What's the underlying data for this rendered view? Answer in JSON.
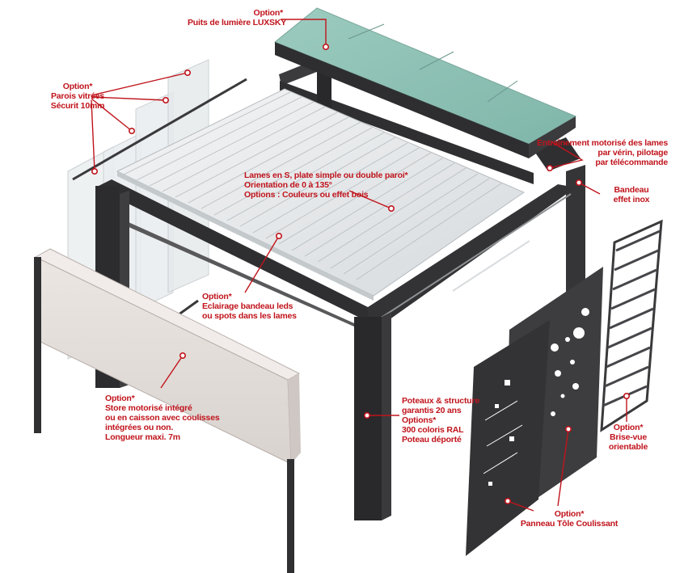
{
  "labels": {
    "luxsky": [
      "Option*",
      "Puits de lumière LUXSKY"
    ],
    "parois": [
      "Option*",
      "Parois vitrées",
      "Sécurit 10mm"
    ],
    "lames": [
      "Lames en S, plate simple ou double paroi*",
      "Orientation de 0 à 135°",
      "Options : Couleurs ou effet bois"
    ],
    "entrainement": [
      "Entraînement motorisé des lames",
      "par vérin, pilotage",
      "par télécommande"
    ],
    "bandeau": [
      "Bandeau",
      "effet inox"
    ],
    "eclairage": [
      "Option*",
      "Eclairage bandeau leds",
      "ou spots dans les lames"
    ],
    "store": [
      "Option*",
      "Store motorisé intégré",
      "ou en caisson avec coulisses",
      "intégrées ou non.",
      "Longueur maxi. 7m"
    ],
    "poteaux": [
      "Poteaux & structure",
      "garantis 20 ans",
      "Options*",
      "300 coloris RAL",
      "Poteau déporté"
    ],
    "brise": [
      "Option*",
      "Brise-vue",
      "orientable"
    ],
    "panneau": [
      "Option*",
      "Panneau Tôle Coulissant"
    ]
  },
  "colors": {
    "accent": "#c0141c",
    "frame": "#2e2e30",
    "glass": "#8fc2b6",
    "slat": "#e6e8e9"
  }
}
